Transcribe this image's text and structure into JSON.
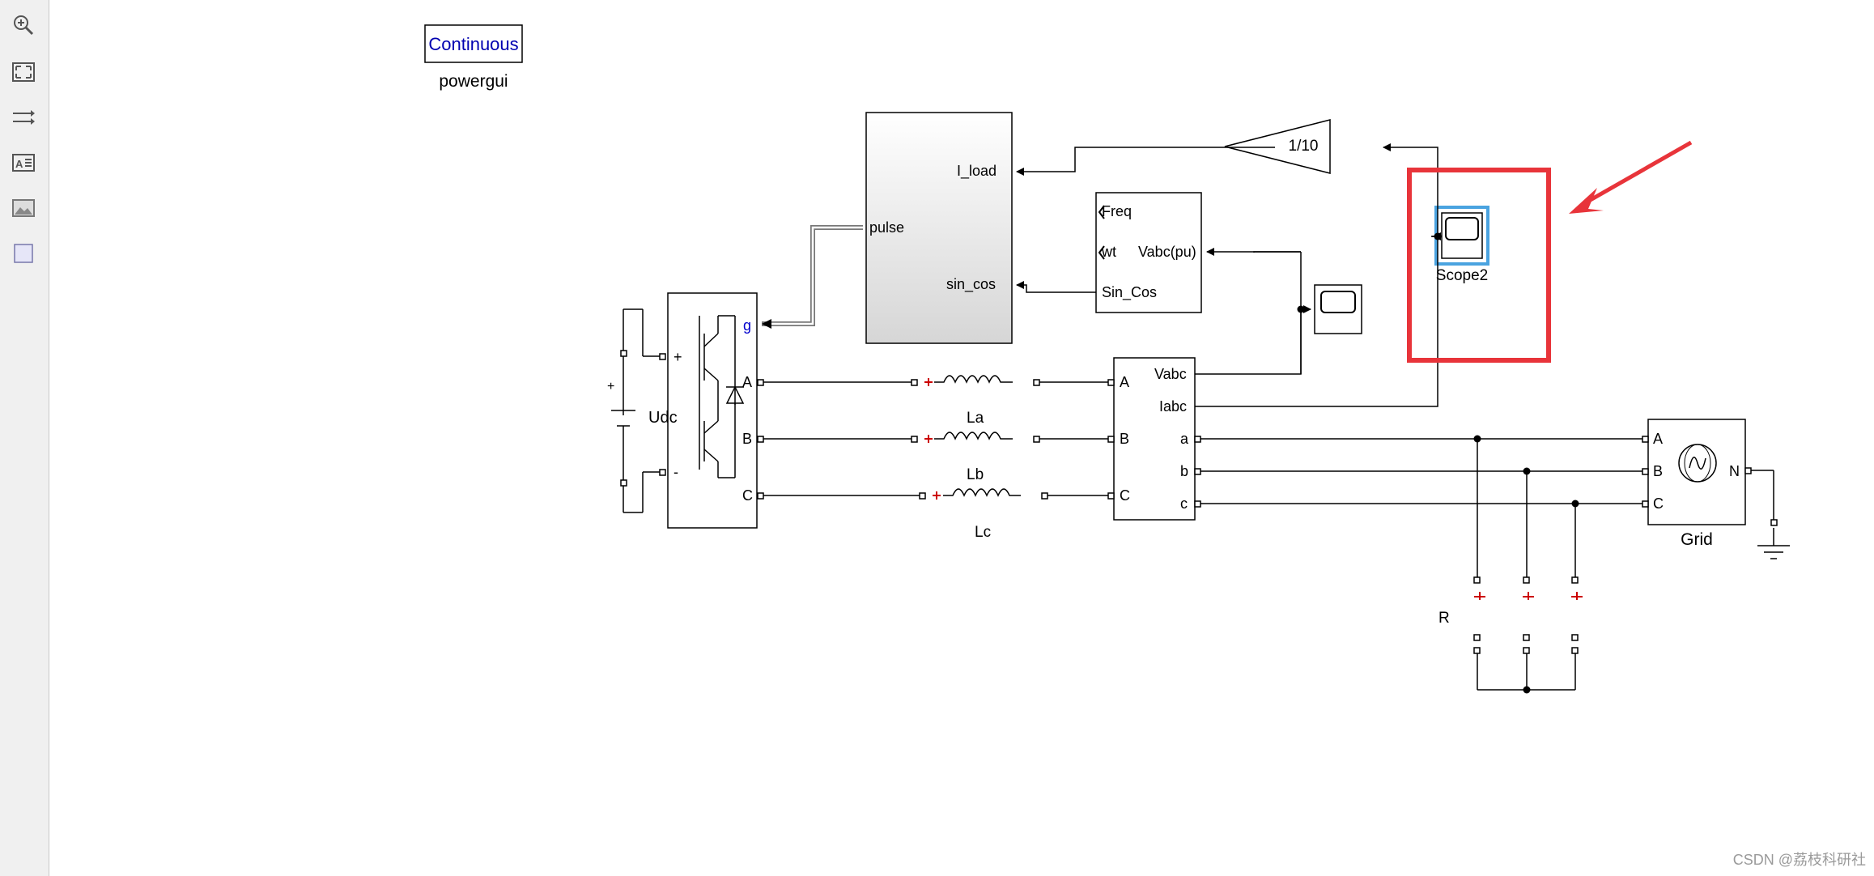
{
  "toolbar": {
    "items": [
      "zoom-icon",
      "fit-view-icon",
      "arrange-signals-icon",
      "annotation-icon",
      "image-icon",
      "area-icon"
    ]
  },
  "powergui": {
    "mode": "Continuous",
    "name": "powergui"
  },
  "controller": {
    "ports": {
      "pulse": "pulse",
      "i_load": "I_load",
      "sin_cos": "sin_cos"
    }
  },
  "pll": {
    "ports": {
      "freq": "Freq",
      "wt": "wt",
      "sin_cos": "Sin_Cos",
      "vabc": "Vabc(pu)"
    }
  },
  "gain": {
    "value": "1/10"
  },
  "scope2": {
    "name": "Scope2"
  },
  "udc": {
    "name": "Udc",
    "plus": "+"
  },
  "inverter": {
    "ports": {
      "g": "g",
      "plus": "+",
      "minus": "-",
      "a": "A",
      "b": "B",
      "c": "C"
    }
  },
  "inductors": {
    "la": "La",
    "lb": "Lb",
    "lc": "Lc"
  },
  "measure": {
    "ports": {
      "a_in": "A",
      "b_in": "B",
      "c_in": "C",
      "vabc": "Vabc",
      "iabc": "Iabc",
      "a_out": "a",
      "b_out": "b",
      "c_out": "c"
    }
  },
  "grid": {
    "name": "Grid",
    "ports": {
      "a": "A",
      "b": "B",
      "c": "C",
      "n": "N"
    }
  },
  "load": {
    "name": "R"
  },
  "watermark": "CSDN @荔枝科研社",
  "colors": {
    "highlight_box": "#e8343a",
    "arrow": "#e8343a",
    "scope_selection": "#4aa3e0",
    "g_port_label": "#0000cc",
    "powergui_text": "#0000b0",
    "terminal_plus": "#cc0000"
  }
}
